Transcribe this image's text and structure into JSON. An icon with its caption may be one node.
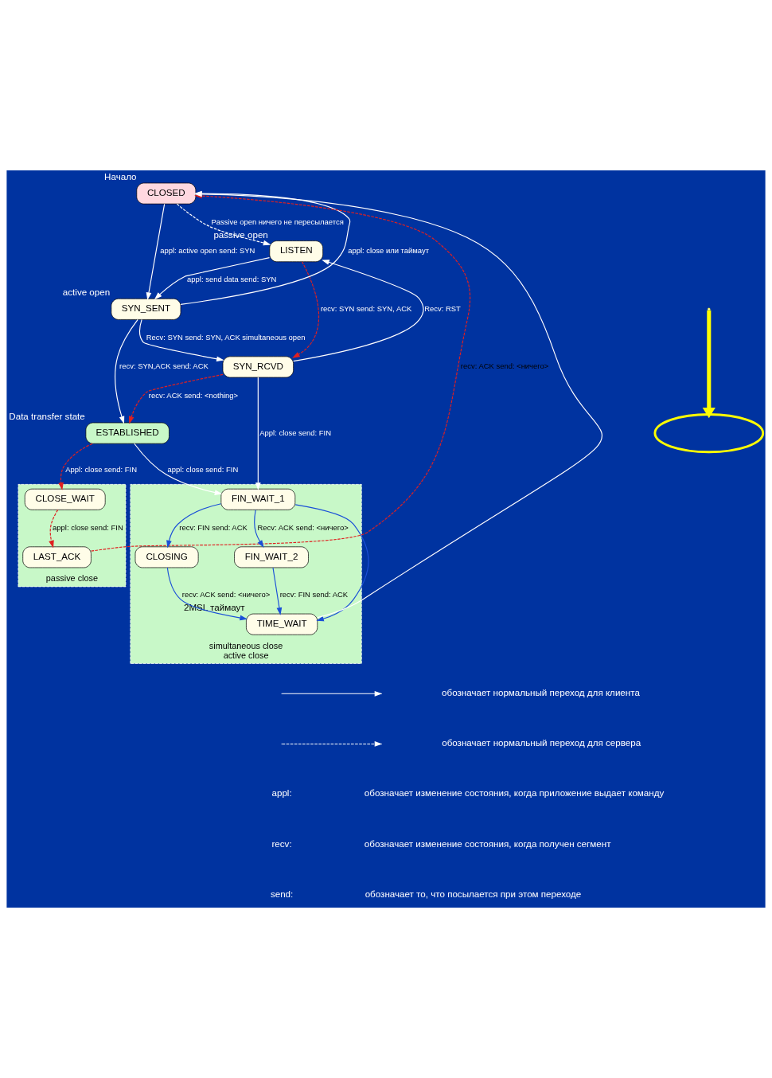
{
  "diagram": {
    "nodes": [
      {
        "text": [
          "CLOSED"
        ],
        "beside": [
          "Начало"
        ]
      },
      {
        "text": [
          "LISTEN"
        ],
        "beside": [
          "passive open"
        ]
      },
      {
        "text": [
          "SYN_RCVD"
        ]
      },
      {
        "text": [
          "SYN_SENT"
        ],
        "beside": [
          "active open"
        ]
      },
      {
        "text": [
          "ESTABLISHED"
        ],
        "beside": [
          "Data transfer state"
        ]
      },
      {
        "text": [
          "passive close"
        ]
      },
      {
        "text": [
          "CLOSE_WAIT"
        ],
        "in": 5
      },
      {
        "text": [
          "LAST_ACK"
        ],
        "in": 5
      },
      {
        "text": [
          "simultaneous close",
          "active close"
        ]
      },
      {
        "text": [
          "FIN_WAIT_1"
        ],
        "in": 8
      },
      {
        "text": [
          "CLOSING"
        ],
        "in": 8
      },
      {
        "text": [
          "FIN_WAIT_2"
        ],
        "in": 8
      },
      {
        "text": [
          "TIME_WAIT"
        ],
        "in": 8,
        "beside": [
          "2MSL таймаут"
        ]
      },
      {
        "text": [],
        "shape": "ellipse"
      }
    ],
    "edges": [
      {
        "from": 0,
        "to": 1,
        "arrow": "to",
        "label": "Passive open ничего не пересылается",
        "style": "dashed"
      },
      {
        "from": 0,
        "to": 3,
        "arrow": "to",
        "label": "appl: active open send: SYN"
      },
      {
        "from": 1,
        "to": 3,
        "arrow": "to",
        "label": "appl: send data send: SYN"
      },
      {
        "from": 1,
        "to": 2,
        "arrow": "to",
        "label": "recv: SYN send: SYN, ACK",
        "style": "dashed",
        "color": "#e02020"
      },
      {
        "from": 2,
        "to": 1,
        "arrow": "to",
        "label": "Recv: RST"
      },
      {
        "from": 3,
        "to": 2,
        "arrow": "to",
        "label": "Recv: SYN send: SYN, ACK simultaneous open"
      },
      {
        "from": 3,
        "to": 0,
        "arrow": "to",
        "label": "appl: close или таймаут"
      },
      {
        "from": 2,
        "to": 4,
        "arrow": "to",
        "label": "recv: ACK send: <nothing>",
        "style": "dashed",
        "color": "#e02020"
      },
      {
        "from": 3,
        "to": 4,
        "arrow": "to",
        "label": "recv: SYN,ACK send: ACK"
      },
      {
        "from": 2,
        "to": 9,
        "arrow": "to",
        "label": "Appl: close send: FIN"
      },
      {
        "from": 4,
        "to": 9,
        "arrow": "to",
        "label": "appl: close send: FIN"
      },
      {
        "from": 4,
        "to": 6,
        "arrow": "to",
        "label": "Appl: close send: FIN",
        "style": "dashed",
        "color": "#e02020"
      },
      {
        "from": 6,
        "to": 7,
        "arrow": "to",
        "label": "appl: close send: FIN",
        "style": "dashed",
        "color": "#e02020"
      },
      {
        "from": 7,
        "to": 0,
        "arrow": "to",
        "label": "recv: ACK send: <ничего>",
        "style": "dashed",
        "color": "#e02020"
      },
      {
        "from": 9,
        "to": 10,
        "arrow": "to",
        "label": "recv: FIN send: ACK",
        "color": "#1a4fd8"
      },
      {
        "from": 9,
        "to": 11,
        "arrow": "to",
        "label": "Recv: ACK send: <ничего>",
        "color": "#1a4fd8"
      },
      {
        "from": 9,
        "to": 12,
        "arrow": "to",
        "color": "#1a4fd8"
      },
      {
        "from": 10,
        "to": 12,
        "arrow": "to",
        "label": "recv: ACK send: <ничего>",
        "color": "#1a4fd8"
      },
      {
        "from": 11,
        "to": 12,
        "arrow": "to",
        "label": "recv: FIN send: ACK",
        "color": "#1a4fd8"
      },
      {
        "from": 12,
        "to": 0,
        "arrow": "to"
      },
      {
        "from": null,
        "to": 13,
        "arrow": "to",
        "style": "thick",
        "color": "#ffff00"
      }
    ],
    "labels": [
      "appl:",
      "обозначает изменение состояния, когда приложение выдает команду",
      "recv:",
      "обозначает изменение состояния, когда получен сегмент",
      "send:",
      "обозначает то, что посылается при этом переходе"
    ],
    "legend": [
      {
        "text": "обозначает нормальный переход для клиента"
      },
      {
        "text": "обозначает нормальный переход для сервера"
      }
    ]
  }
}
